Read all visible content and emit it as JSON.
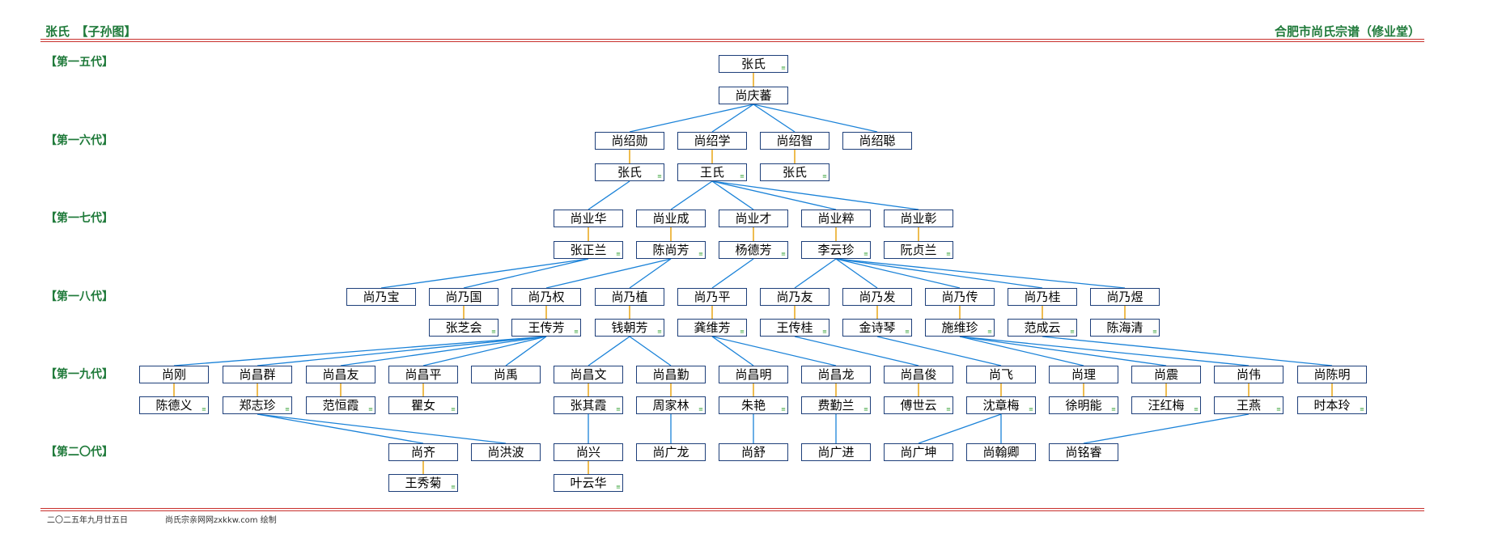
{
  "header": {
    "title": "张氏　【子孙图】",
    "org": "合肥市尚氏宗谱（修业堂）"
  },
  "generations": [
    "【第一五代】",
    "【第一六代】",
    "【第一七代】",
    "【第一八代】",
    "【第一九代】",
    "【第二〇代】"
  ],
  "footer": {
    "date": "二〇二五年九月廿五日",
    "credit": "尚氏宗亲网网zxkkw.com 绘制"
  },
  "colors": {
    "line": "#1a82d8",
    "spouse_line": "#e8a515",
    "node_border": "#1e3f7a",
    "header_text": "#1f7a3a",
    "rule": "#c8302c"
  },
  "nodes": [
    {
      "id": "n1",
      "name": "张氏",
      "spouse_mark": true
    },
    {
      "id": "n2",
      "name": "尚庆蕃"
    },
    {
      "id": "n3",
      "name": "尚绍勋"
    },
    {
      "id": "n4",
      "name": "尚绍学"
    },
    {
      "id": "n5",
      "name": "尚绍智"
    },
    {
      "id": "n6",
      "name": "尚绍聪"
    },
    {
      "id": "n7",
      "name": "张氏",
      "spouse_mark": true
    },
    {
      "id": "n8",
      "name": "王氏",
      "spouse_mark": true
    },
    {
      "id": "n9",
      "name": "张氏",
      "spouse_mark": true
    },
    {
      "id": "n10",
      "name": "尚业华"
    },
    {
      "id": "n11",
      "name": "尚业成"
    },
    {
      "id": "n12",
      "name": "尚业才"
    },
    {
      "id": "n13",
      "name": "尚业粹"
    },
    {
      "id": "n14",
      "name": "尚业彰"
    },
    {
      "id": "n15",
      "name": "张正兰",
      "spouse_mark": true
    },
    {
      "id": "n16",
      "name": "陈尚芳",
      "spouse_mark": true
    },
    {
      "id": "n17",
      "name": "杨德芳",
      "spouse_mark": true
    },
    {
      "id": "n18",
      "name": "李云珍",
      "spouse_mark": true
    },
    {
      "id": "n19",
      "name": "阮贞兰",
      "spouse_mark": true
    },
    {
      "id": "n20",
      "name": "尚乃宝"
    },
    {
      "id": "n21",
      "name": "尚乃国"
    },
    {
      "id": "n22",
      "name": "尚乃权"
    },
    {
      "id": "n23",
      "name": "尚乃植"
    },
    {
      "id": "n24",
      "name": "尚乃平"
    },
    {
      "id": "n25",
      "name": "尚乃友"
    },
    {
      "id": "n26",
      "name": "尚乃发"
    },
    {
      "id": "n27",
      "name": "尚乃传"
    },
    {
      "id": "n28",
      "name": "尚乃桂"
    },
    {
      "id": "n29",
      "name": "尚乃煜"
    },
    {
      "id": "n30",
      "name": "张芝会",
      "spouse_mark": true
    },
    {
      "id": "n31",
      "name": "王传芳",
      "spouse_mark": true
    },
    {
      "id": "n32",
      "name": "钱朝芳",
      "spouse_mark": true
    },
    {
      "id": "n33",
      "name": "龚维芳",
      "spouse_mark": true
    },
    {
      "id": "n34",
      "name": "王传桂",
      "spouse_mark": true
    },
    {
      "id": "n35",
      "name": "金诗琴",
      "spouse_mark": true
    },
    {
      "id": "n36",
      "name": "施维珍",
      "spouse_mark": true
    },
    {
      "id": "n37",
      "name": "范成云",
      "spouse_mark": true
    },
    {
      "id": "n38",
      "name": "陈海清",
      "spouse_mark": true
    },
    {
      "id": "n39",
      "name": "尚刚"
    },
    {
      "id": "n40",
      "name": "尚昌群"
    },
    {
      "id": "n41",
      "name": "尚昌友"
    },
    {
      "id": "n42",
      "name": "尚昌平"
    },
    {
      "id": "n43",
      "name": "尚禹"
    },
    {
      "id": "n44",
      "name": "尚昌文"
    },
    {
      "id": "n45",
      "name": "尚昌勤"
    },
    {
      "id": "n46",
      "name": "尚昌明"
    },
    {
      "id": "n47",
      "name": "尚昌龙"
    },
    {
      "id": "n48",
      "name": "尚昌俊"
    },
    {
      "id": "n49",
      "name": "尚飞"
    },
    {
      "id": "n50",
      "name": "尚理"
    },
    {
      "id": "n51",
      "name": "尚震"
    },
    {
      "id": "n52",
      "name": "尚伟"
    },
    {
      "id": "n53",
      "name": "尚陈明"
    },
    {
      "id": "n54",
      "name": "陈德义",
      "spouse_mark": true
    },
    {
      "id": "n55",
      "name": "郑志珍",
      "spouse_mark": true
    },
    {
      "id": "n56",
      "name": "范恒霞",
      "spouse_mark": true
    },
    {
      "id": "n57",
      "name": "瞿女",
      "spouse_mark": true
    },
    {
      "id": "n58",
      "name": "张其霞",
      "spouse_mark": true
    },
    {
      "id": "n59",
      "name": "周家林",
      "spouse_mark": true
    },
    {
      "id": "n60",
      "name": "朱艳",
      "spouse_mark": true
    },
    {
      "id": "n61",
      "name": "费勤兰",
      "spouse_mark": true
    },
    {
      "id": "n62",
      "name": "傅世云",
      "spouse_mark": true
    },
    {
      "id": "n63",
      "name": "沈章梅",
      "spouse_mark": true
    },
    {
      "id": "n64",
      "name": "徐明能",
      "spouse_mark": true
    },
    {
      "id": "n65",
      "name": "汪红梅",
      "spouse_mark": true
    },
    {
      "id": "n66",
      "name": "王燕",
      "spouse_mark": true
    },
    {
      "id": "n67",
      "name": "时本玲",
      "spouse_mark": true
    },
    {
      "id": "n68",
      "name": "尚齐"
    },
    {
      "id": "n69",
      "name": "尚洪波"
    },
    {
      "id": "n70",
      "name": "尚兴"
    },
    {
      "id": "n71",
      "name": "尚广龙"
    },
    {
      "id": "n72",
      "name": "尚舒"
    },
    {
      "id": "n73",
      "name": "尚广进"
    },
    {
      "id": "n74",
      "name": "尚广坤"
    },
    {
      "id": "n75",
      "name": "尚翰卿"
    },
    {
      "id": "n76",
      "name": "尚铭睿"
    },
    {
      "id": "n77",
      "name": "王秀菊",
      "spouse_mark": true
    },
    {
      "id": "n78",
      "name": "叶云华",
      "spouse_mark": true
    }
  ],
  "edges": [
    {
      "from": "n1",
      "to": "n2",
      "type": "spouse"
    },
    {
      "from": "n2",
      "to": "n3",
      "type": "child"
    },
    {
      "from": "n2",
      "to": "n4",
      "type": "child"
    },
    {
      "from": "n2",
      "to": "n5",
      "type": "child"
    },
    {
      "from": "n2",
      "to": "n6",
      "type": "child"
    },
    {
      "from": "n3",
      "to": "n7",
      "type": "spouse"
    },
    {
      "from": "n4",
      "to": "n8",
      "type": "spouse"
    },
    {
      "from": "n5",
      "to": "n9",
      "type": "spouse"
    },
    {
      "from": "n7",
      "to": "n10",
      "type": "child"
    },
    {
      "from": "n8",
      "to": "n11",
      "type": "child"
    },
    {
      "from": "n8",
      "to": "n12",
      "type": "child"
    },
    {
      "from": "n8",
      "to": "n13",
      "type": "child"
    },
    {
      "from": "n8",
      "to": "n14",
      "type": "child"
    },
    {
      "from": "n10",
      "to": "n15",
      "type": "spouse"
    },
    {
      "from": "n11",
      "to": "n16",
      "type": "spouse"
    },
    {
      "from": "n12",
      "to": "n17",
      "type": "spouse"
    },
    {
      "from": "n13",
      "to": "n18",
      "type": "spouse"
    },
    {
      "from": "n14",
      "to": "n19",
      "type": "spouse"
    },
    {
      "from": "n15",
      "to": "n20",
      "type": "child"
    },
    {
      "from": "n15",
      "to": "n21",
      "type": "child"
    },
    {
      "from": "n16",
      "to": "n22",
      "type": "child"
    },
    {
      "from": "n16",
      "to": "n23",
      "type": "child"
    },
    {
      "from": "n17",
      "to": "n24",
      "type": "child"
    },
    {
      "from": "n18",
      "to": "n25",
      "type": "child"
    },
    {
      "from": "n18",
      "to": "n26",
      "type": "child"
    },
    {
      "from": "n18",
      "to": "n27",
      "type": "child"
    },
    {
      "from": "n18",
      "to": "n28",
      "type": "child"
    },
    {
      "from": "n18",
      "to": "n29",
      "type": "child"
    },
    {
      "from": "n21",
      "to": "n30",
      "type": "spouse"
    },
    {
      "from": "n22",
      "to": "n31",
      "type": "spouse"
    },
    {
      "from": "n23",
      "to": "n32",
      "type": "spouse"
    },
    {
      "from": "n24",
      "to": "n33",
      "type": "spouse"
    },
    {
      "from": "n25",
      "to": "n34",
      "type": "spouse"
    },
    {
      "from": "n26",
      "to": "n35",
      "type": "spouse"
    },
    {
      "from": "n27",
      "to": "n36",
      "type": "spouse"
    },
    {
      "from": "n28",
      "to": "n37",
      "type": "spouse"
    },
    {
      "from": "n29",
      "to": "n38",
      "type": "spouse"
    },
    {
      "from": "n31",
      "to": "n39",
      "type": "child"
    },
    {
      "from": "n31",
      "to": "n40",
      "type": "child"
    },
    {
      "from": "n31",
      "to": "n41",
      "type": "child"
    },
    {
      "from": "n31",
      "to": "n42",
      "type": "child"
    },
    {
      "from": "n31",
      "to": "n43",
      "type": "child"
    },
    {
      "from": "n32",
      "to": "n44",
      "type": "child"
    },
    {
      "from": "n32",
      "to": "n45",
      "type": "child"
    },
    {
      "from": "n33",
      "to": "n46",
      "type": "child"
    },
    {
      "from": "n33",
      "to": "n47",
      "type": "child"
    },
    {
      "from": "n34",
      "to": "n48",
      "type": "child"
    },
    {
      "from": "n35",
      "to": "n49",
      "type": "child"
    },
    {
      "from": "n36",
      "to": "n50",
      "type": "child"
    },
    {
      "from": "n36",
      "to": "n51",
      "type": "child"
    },
    {
      "from": "n36",
      "to": "n52",
      "type": "child"
    },
    {
      "from": "n37",
      "to": "n53",
      "type": "child"
    },
    {
      "from": "n39",
      "to": "n54",
      "type": "spouse"
    },
    {
      "from": "n40",
      "to": "n55",
      "type": "spouse"
    },
    {
      "from": "n41",
      "to": "n56",
      "type": "spouse"
    },
    {
      "from": "n42",
      "to": "n57",
      "type": "spouse"
    },
    {
      "from": "n44",
      "to": "n58",
      "type": "spouse"
    },
    {
      "from": "n45",
      "to": "n59",
      "type": "spouse"
    },
    {
      "from": "n46",
      "to": "n60",
      "type": "spouse"
    },
    {
      "from": "n47",
      "to": "n61",
      "type": "spouse"
    },
    {
      "from": "n48",
      "to": "n62",
      "type": "spouse"
    },
    {
      "from": "n49",
      "to": "n63",
      "type": "spouse"
    },
    {
      "from": "n50",
      "to": "n64",
      "type": "spouse"
    },
    {
      "from": "n51",
      "to": "n65",
      "type": "spouse"
    },
    {
      "from": "n52",
      "to": "n66",
      "type": "spouse"
    },
    {
      "from": "n53",
      "to": "n67",
      "type": "spouse"
    },
    {
      "from": "n55",
      "to": "n68",
      "type": "child"
    },
    {
      "from": "n55",
      "to": "n69",
      "type": "child"
    },
    {
      "from": "n58",
      "to": "n70",
      "type": "child"
    },
    {
      "from": "n59",
      "to": "n71",
      "type": "child"
    },
    {
      "from": "n60",
      "to": "n72",
      "type": "child"
    },
    {
      "from": "n61",
      "to": "n73",
      "type": "child"
    },
    {
      "from": "n63",
      "to": "n74",
      "type": "child"
    },
    {
      "from": "n63",
      "to": "n75",
      "type": "child"
    },
    {
      "from": "n66",
      "to": "n76",
      "type": "child"
    },
    {
      "from": "n68",
      "to": "n77",
      "type": "spouse"
    },
    {
      "from": "n70",
      "to": "n78",
      "type": "spouse"
    }
  ]
}
